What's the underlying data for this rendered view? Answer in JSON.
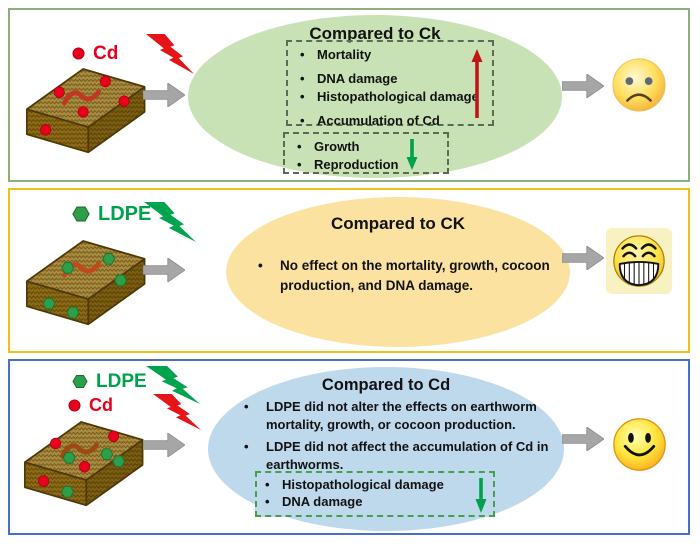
{
  "figure": {
    "background": "#ffffff",
    "panels": [
      {
        "name": "cd-exposure",
        "border_color": "#8fae7d",
        "ellipse_color": "#c9e2b5",
        "legend": [
          {
            "icon": "red-dot",
            "text": "Cd",
            "color": "#e8001d"
          }
        ],
        "bolts": [
          "red-lightning"
        ],
        "illustration": "soil-block-with-earthworm-and-red-cd-dots",
        "ellipse": {
          "title": "Compared to Ck",
          "increase_box": {
            "items": [
              "Mortality",
              "DNA damage",
              "Histopathological damage",
              "Accumulation of Cd"
            ],
            "trend": "increase",
            "arrow_color": "#c51414"
          },
          "decrease_box": {
            "items": [
              "Growth",
              "Reproduction"
            ],
            "trend": "decrease",
            "arrow_color": "#00a04c"
          }
        },
        "face": "sad-face"
      },
      {
        "name": "ldpe-exposure",
        "border_color": "#edc21f",
        "ellipse_color": "#fbe2a0",
        "legend": [
          {
            "icon": "green-hexagon",
            "text": "LDPE",
            "color": "#00a24d"
          }
        ],
        "bolts": [
          "green-lightning"
        ],
        "illustration": "soil-block-with-earthworm-and-green-ldpe-particles",
        "ellipse": {
          "title": "Compared to CK",
          "items": [
            "No effect on the mortality, growth, cocoon production, and DNA damage."
          ]
        },
        "face": "grin-face"
      },
      {
        "name": "ldpe-plus-cd-exposure",
        "border_color": "#4a6fc9",
        "ellipse_color": "#bed8ec",
        "legend": [
          {
            "icon": "green-hexagon",
            "text": "LDPE",
            "color": "#00a24d"
          },
          {
            "icon": "red-dot",
            "text": "Cd",
            "color": "#e8001d"
          }
        ],
        "bolts": [
          "green-lightning",
          "red-lightning"
        ],
        "illustration": "soil-block-with-earthworm-red-cd-dots-and-green-ldpe-particles",
        "ellipse": {
          "title": "Compared to Cd",
          "items": [
            "LDPE did not alter the effects on earthworm mortality, growth, or cocoon production.",
            "LDPE did not affect the accumulation of Cd in earthworms."
          ],
          "decrease_box": {
            "items": [
              "Histopathological damage",
              "DNA damage"
            ],
            "trend": "decrease",
            "arrow_color": "#00a04c"
          }
        },
        "face": "smiley-face"
      }
    ]
  }
}
